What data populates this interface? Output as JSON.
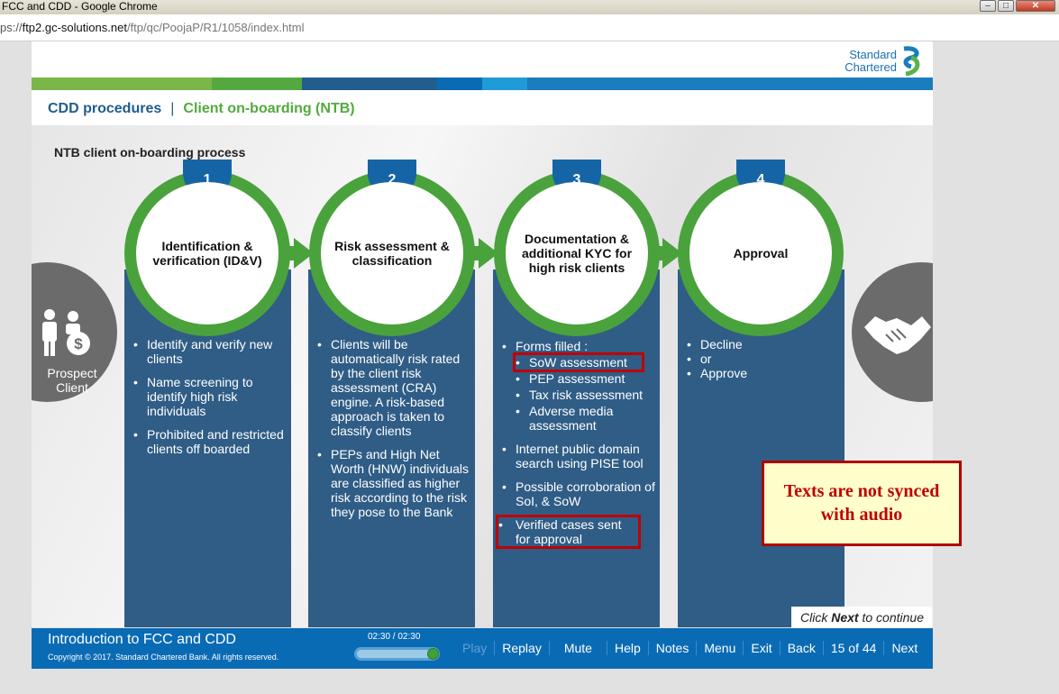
{
  "browser": {
    "window_title": "FCC and CDD - Google Chrome",
    "url_scheme": "ps://",
    "url_host": "ftp2.gc-solutions.net",
    "url_path": "/ftp/qc/PoojaP/R1/1058/index.html"
  },
  "logo": {
    "line1": "Standard",
    "line2": "Chartered"
  },
  "colorbar": [
    "#7ab648",
    "#53a93f",
    "#215d8d",
    "#0a6bb5",
    "#1f9bd7",
    "#1a7dbd"
  ],
  "header": {
    "section": "CDD procedures",
    "separator": "|",
    "topic": "Client on-boarding (NTB)"
  },
  "process": {
    "title": "NTB client on-boarding process",
    "prospect_label": "Prospect Client",
    "steps": [
      {
        "number": "1",
        "title": "Identification & verification (ID&V)",
        "bullets": [
          "Identify and verify new clients",
          "Name screening to identify high risk individuals",
          "Prohibited and restricted clients off boarded"
        ]
      },
      {
        "number": "2",
        "title": "Risk assessment & classification",
        "bullets": [
          "Clients will be automatically risk rated by the client risk assessment (CRA) engine. A risk-based approach is taken to classify clients",
          "PEPs and High Net Worth (HNW) individuals are classified as higher risk according to the risk they pose to the Bank"
        ]
      },
      {
        "number": "3",
        "title": "Documentation & additional KYC for high risk clients",
        "forms_label": "Forms filled :",
        "forms": [
          "SoW assessment",
          "PEP assessment",
          "Tax risk assessment",
          "Adverse media assessment"
        ],
        "bullets": [
          "Internet public domain search using PISE tool",
          "Possible corroboration of SoI, & SoW",
          "Verified cases sent for approval"
        ]
      },
      {
        "number": "4",
        "title": "Approval",
        "bullets": [
          "Decline",
          "or",
          "Approve"
        ]
      }
    ]
  },
  "annotation": {
    "line1": "Texts are not synced",
    "line2": "with audio"
  },
  "click_next": {
    "prefix": "Click ",
    "bold": "Next",
    "suffix": " to continue"
  },
  "footer": {
    "course_title": "Introduction to FCC and CDD",
    "copyright": "Copyright © 2017. Standard Chartered Bank. All rights reserved.",
    "time": "02:30 / 02:30",
    "progress_fraction": 1.0,
    "controls": {
      "play": "Play",
      "replay": "Replay",
      "mute": "Mute",
      "help": "Help",
      "notes": "Notes",
      "menu": "Menu",
      "exit": "Exit",
      "back": "Back",
      "page": "15 of 44",
      "next": "Next"
    }
  }
}
